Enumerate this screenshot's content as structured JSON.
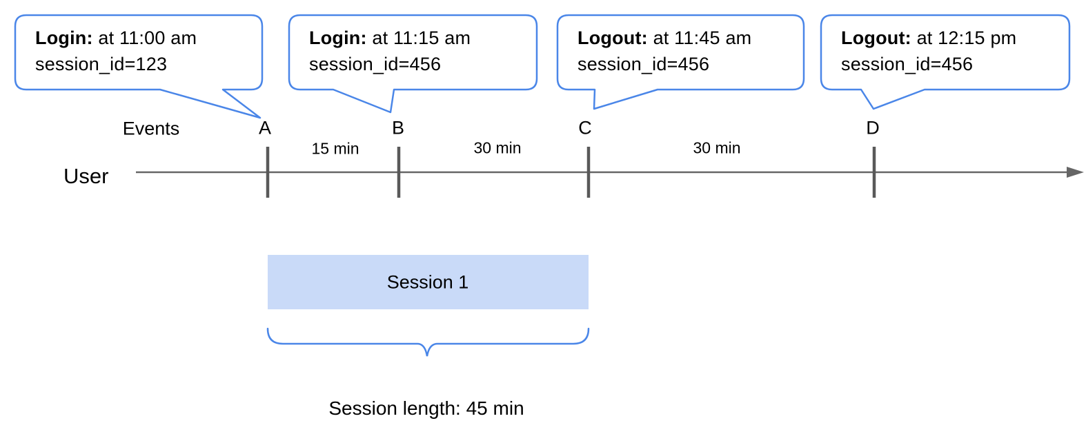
{
  "callouts": [
    {
      "event": "A",
      "label": "Login:",
      "detail": "at 11:00 am",
      "session_line": "session_id=123"
    },
    {
      "event": "B",
      "label": "Login:",
      "detail": "at 11:15 am",
      "session_line": "session_id=456"
    },
    {
      "event": "C",
      "label": "Logout:",
      "detail": "at 11:45 am",
      "session_line": "session_id=456"
    },
    {
      "event": "D",
      "label": "Logout:",
      "detail": "at 12:15 pm",
      "session_line": "session_id=456"
    }
  ],
  "timeline": {
    "events_label": "Events",
    "user_label": "User",
    "event_markers": [
      "A",
      "B",
      "C",
      "D"
    ],
    "intervals": [
      "15 min",
      "30 min",
      "30 min"
    ]
  },
  "session": {
    "box_label": "Session 1",
    "length_label": "Session length: 45 min"
  },
  "colors": {
    "callout_stroke": "#4a86e8",
    "brace_stroke": "#4a86e8",
    "session_fill": "#c9daf8",
    "axis_line": "#666666",
    "tick": "#595959",
    "text": "#000000"
  }
}
